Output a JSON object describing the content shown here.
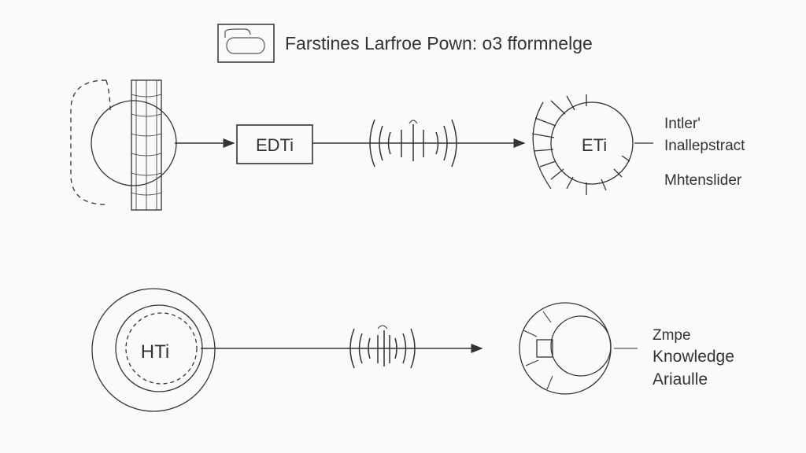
{
  "title": "Farstines Larfroe Pown: o3 fformnelge",
  "top_row": {
    "box_label": "EDTi",
    "target_label": "ETi",
    "side_labels": [
      "Intler'",
      "Inallepstract",
      "Mhtenslider"
    ]
  },
  "bottom_row": {
    "source_label": "HTi",
    "side_labels": [
      "Zmpe",
      "Knowledge",
      "Ariaulle"
    ]
  },
  "colors": {
    "stroke": "#333333",
    "background": "#fafafa"
  }
}
